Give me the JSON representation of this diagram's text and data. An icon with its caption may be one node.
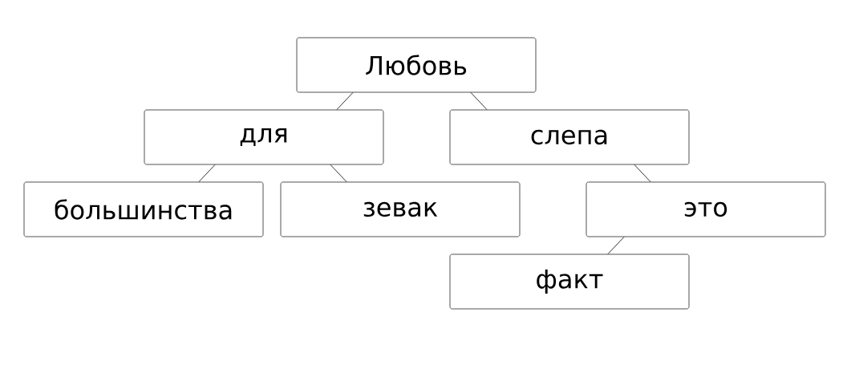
{
  "diagram": {
    "nodes": [
      {
        "text": [
          "Любовь"
        ]
      },
      {
        "text": [
          "для"
        ]
      },
      {
        "text": [
          "слепа"
        ]
      },
      {
        "text": [
          "большинства"
        ]
      },
      {
        "text": [
          "зевак"
        ]
      },
      {
        "text": [
          "это"
        ]
      },
      {
        "text": [
          "факт"
        ]
      }
    ],
    "edges": [
      {
        "from": 0,
        "to": 1,
        "arrow": "none"
      },
      {
        "from": 0,
        "to": 2,
        "arrow": "none"
      },
      {
        "from": 1,
        "to": 3,
        "arrow": "none"
      },
      {
        "from": 1,
        "to": 4,
        "arrow": "none"
      },
      {
        "from": 2,
        "to": 5,
        "arrow": "none"
      },
      {
        "from": 5,
        "to": 6,
        "arrow": "none"
      }
    ]
  }
}
